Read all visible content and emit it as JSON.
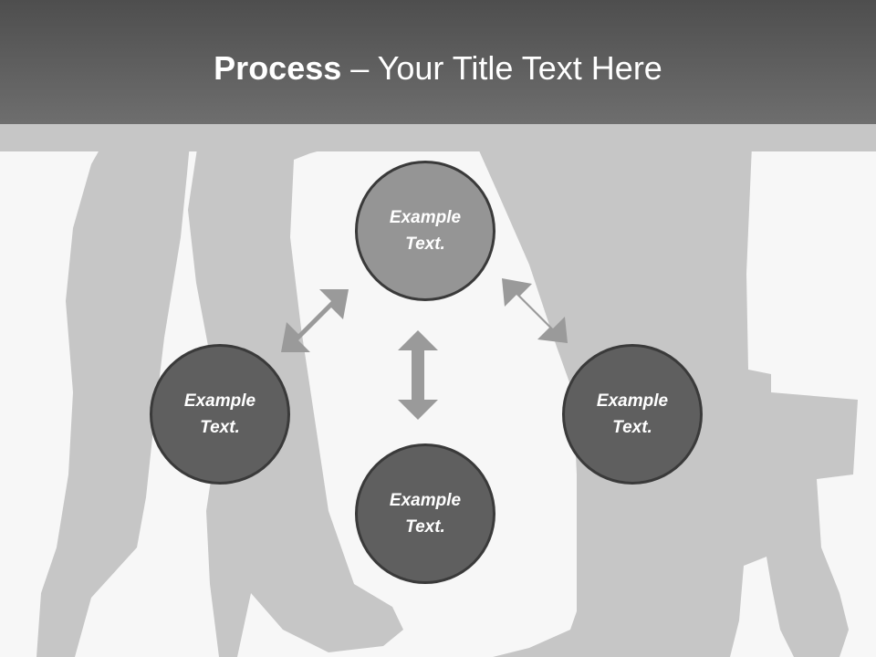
{
  "title": {
    "bold_part": "Process",
    "separator": " – ",
    "rest": "Your Title Text Here"
  },
  "nodes": [
    {
      "id": "top",
      "line1": "Example",
      "line2": "Text."
    },
    {
      "id": "left",
      "line1": "Example",
      "line2": "Text."
    },
    {
      "id": "right",
      "line1": "Example",
      "line2": "Text."
    },
    {
      "id": "bottom",
      "line1": "Example",
      "line2": "Text."
    }
  ],
  "colors": {
    "header": "#5e5e5e",
    "node_light": "#959595",
    "node_dark": "#5f5f5f",
    "arrow": "#9a9a9a",
    "silhouette": "#c6c6c6"
  }
}
